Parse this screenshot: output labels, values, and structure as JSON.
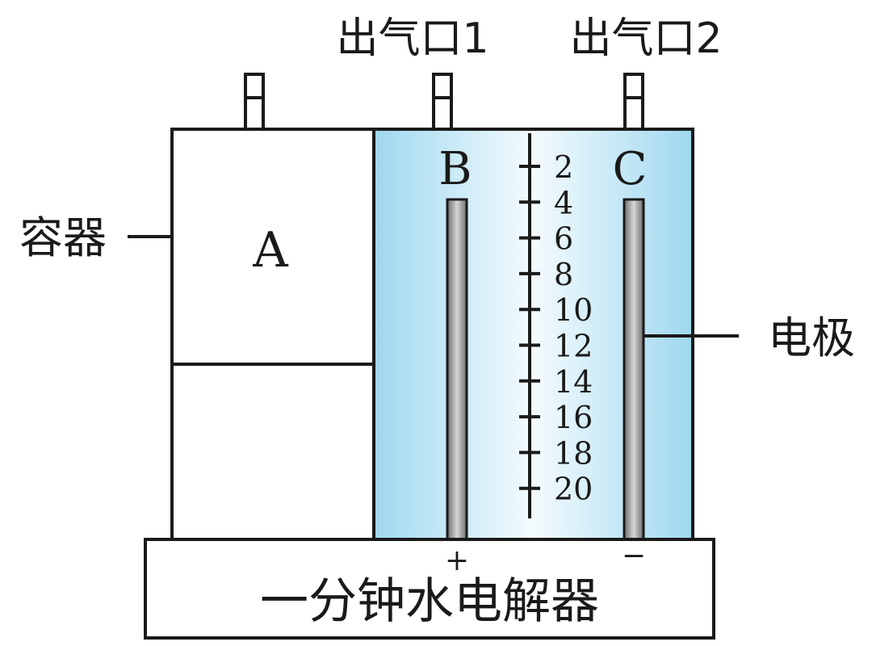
{
  "outlet_1_label": "出气口1",
  "outlet_2_label": "出气口2",
  "container_label": "容器",
  "electrode_label": "电极",
  "device_label": "一分钟水电解器",
  "chamber_a_label": "A",
  "chamber_b_label": "B",
  "chamber_c_label": "C",
  "positive_sign": "+",
  "negative_sign": "−",
  "scale": {
    "ticks": [
      "2",
      "4",
      "6",
      "8",
      "10",
      "12",
      "14",
      "16",
      "18",
      "20"
    ]
  },
  "colors": {
    "water_edge": "#9fd8ef",
    "water_center": "#f4fbfe",
    "electrode_dark": "#6d6d6d",
    "electrode_light": "#d6d6d6"
  }
}
